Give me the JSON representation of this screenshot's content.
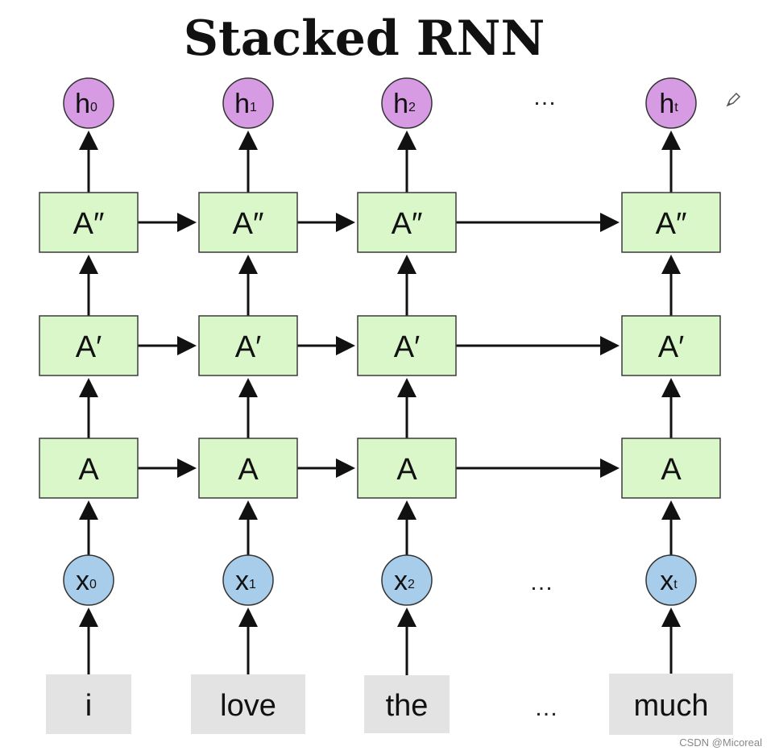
{
  "title": "Stacked RNN",
  "layers": {
    "bottom": "A",
    "middle": "A′",
    "top": "A″"
  },
  "columns": [
    {
      "input_base": "x",
      "input_sub": "0",
      "output_base": "h",
      "output_sub": "0",
      "word": "i"
    },
    {
      "input_base": "x",
      "input_sub": "1",
      "output_base": "h",
      "output_sub": "1",
      "word": "love"
    },
    {
      "input_base": "x",
      "input_sub": "2",
      "output_base": "h",
      "output_sub": "2",
      "word": "the"
    },
    {
      "input_base": "x",
      "input_sub": "t",
      "output_base": "h",
      "output_sub": "t",
      "word": "much"
    }
  ],
  "ellipsis": "…",
  "colors": {
    "cell_fill": "#d9f7c9",
    "output_fill": "#d79be3",
    "input_fill": "#a7cdeb",
    "word_fill": "#e3e3e3"
  },
  "watermark": "CSDN @Micoreal"
}
